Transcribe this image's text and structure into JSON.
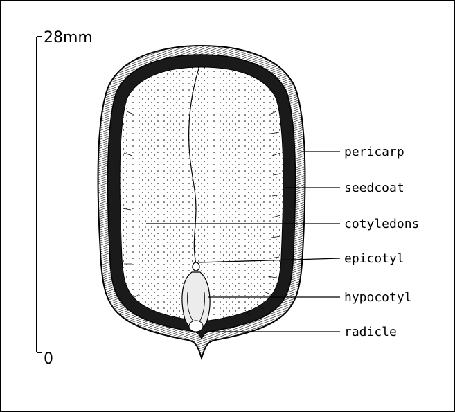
{
  "scale": {
    "top_label": "28mm",
    "bottom_label": "0"
  },
  "labels": {
    "pericarp": "pericarp",
    "seedcoat": "seedcoat",
    "cotyledons": "cotyledons",
    "epicotyl": "epicotyl",
    "hypocotyl": "hypocotyl",
    "radicle": "radicle"
  },
  "colors": {
    "ink": "#000000",
    "background": "#ffffff"
  }
}
